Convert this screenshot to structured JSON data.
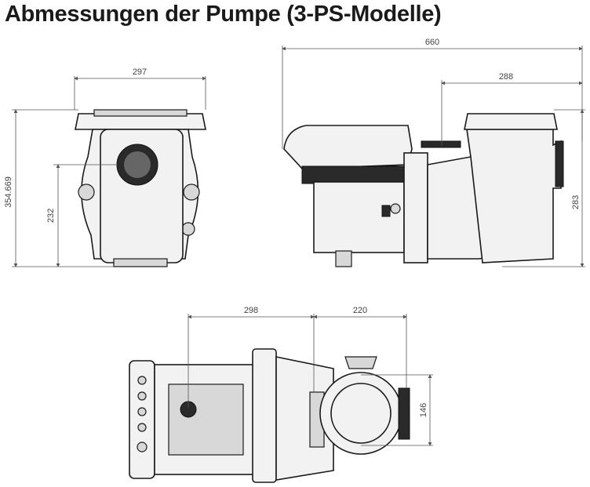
{
  "title": "Abmessungen der Pumpe (3-PS-Modelle)",
  "front_view": {
    "width": "297",
    "height_total": "354.669",
    "height_inlet": "232"
  },
  "side_view": {
    "length_total": "660",
    "length_pump": "288",
    "height": "283"
  },
  "top_view": {
    "length_motor": "298",
    "length_pump": "220",
    "outlet_height": "146"
  }
}
